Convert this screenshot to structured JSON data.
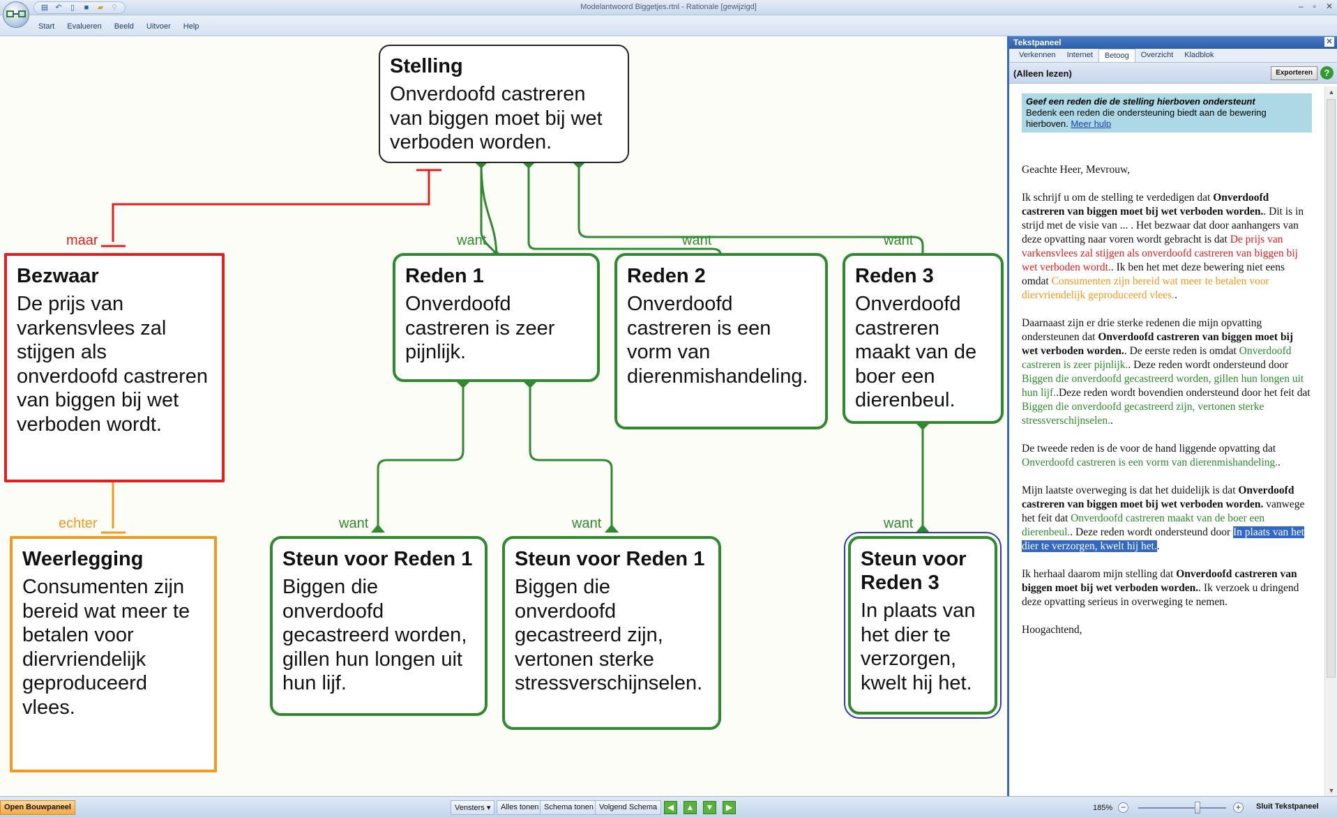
{
  "window": {
    "title": "Modelantwoord Biggetjes.rtnl - Rationale [gewijzigd]"
  },
  "quick_access": {
    "icons": [
      "layout-icon",
      "undo-icon",
      "new-file-icon",
      "save-icon",
      "open-folder-icon",
      "search-icon"
    ]
  },
  "menu": {
    "items": [
      "Start",
      "Evalueren",
      "Beeld",
      "Uitvoer",
      "Help"
    ]
  },
  "map": {
    "stelling": {
      "title": "Stelling",
      "text": "Onverdoofd castreren van biggen moet bij wet verboden worden."
    },
    "bezwaar": {
      "title": "Bezwaar",
      "text": "De prijs van varkensvlees zal stijgen als onverdoofd castreren van biggen bij wet verboden wordt."
    },
    "weerlegging": {
      "title": "Weerlegging",
      "text": "Consumenten zijn bereid wat meer te betalen voor diervriendelijk geproduceerd vlees."
    },
    "reden1": {
      "title": "Reden 1",
      "text": "Onverdoofd castreren is zeer pijnlijk."
    },
    "reden2": {
      "title": "Reden 2",
      "text": "Onverdoofd castreren is een vorm van dierenmishandeling."
    },
    "reden3": {
      "title": "Reden 3",
      "text": "Onverdoofd castreren maakt van de boer een dierenbeul."
    },
    "steun1a": {
      "title": "Steun voor Reden 1",
      "text": "Biggen die onverdoofd gecastreerd worden, gillen hun longen uit hun lijf."
    },
    "steun1b": {
      "title": "Steun voor Reden 1",
      "text": "Biggen die onverdoofd gecastreerd zijn, vertonen sterke stressverschijnselen."
    },
    "steun3": {
      "title": "Steun voor Reden 3",
      "text": "In plaats van het dier te verzorgen, kwelt hij het."
    },
    "labels": {
      "maar": "maar",
      "echter": "echter",
      "want": "want"
    },
    "colors": {
      "support": "#2f8a2f",
      "objection": "#e21e1e",
      "rebuttal": "#f39a1e"
    }
  },
  "panel": {
    "title": "Tekstpaneel",
    "close": "✕",
    "tabs": [
      "Verkennen",
      "Internet",
      "Betoog",
      "Overzicht",
      "Kladblok"
    ],
    "active_tab": "Betoog",
    "readonly": "(Alleen lezen)",
    "export": "Exporteren",
    "help": "?",
    "hint_title": "Geef een reden die de stelling hierboven ondersteunt",
    "hint_text": "Bedenk een reden die ondersteuning biedt aan de bewering hierboven.",
    "hint_link": "Meer hulp",
    "letter": {
      "greeting": "Geachte Heer, Mevrouw,",
      "p1_a": "Ik schrijf u om de stelling te verdedigen dat ",
      "p1_b": "Onverdoofd castreren van biggen moet bij wet verboden worden.",
      "p1_c": ". Dit is in strijd met de visie van ... . Het bezwaar dat door aanhangers van deze opvatting naar voren wordt gebracht is dat ",
      "p1_d": "De prijs van varkensvlees zal stijgen als onverdoofd castreren van biggen bij wet verboden wordt.",
      "p1_e": ". Ik ben het met deze bewering niet eens omdat ",
      "p1_f": "Consumenten zijn bereid wat meer te betalen voor diervriendelijk geproduceerd vlees.",
      "p1_g": ".",
      "p2_a": "Daarnaast zijn er drie sterke redenen die mijn opvatting ondersteunen dat ",
      "p2_b": "Onverdoofd castreren van biggen moet bij wet verboden worden.",
      "p2_c": ". De eerste reden is omdat ",
      "p2_d": "Onverdoofd castreren is zeer pijnlijk.",
      "p2_e": ". Deze reden wordt ondersteund door ",
      "p2_f": "Biggen die onverdoofd gecastreerd worden, gillen hun longen uit hun lijf.",
      "p2_g": ".Deze reden wordt bovendien ondersteund door het feit dat ",
      "p2_h": "Biggen die onverdoofd gecastreerd zijn, vertonen sterke stressverschijnselen.",
      "p2_i": ".",
      "p3_a": "De tweede reden is de voor de hand liggende opvatting dat ",
      "p3_b": "Onverdoofd castreren is een vorm van dierenmishandeling.",
      "p3_c": ".",
      "p4_a": "Mijn laatste overweging is dat het duidelijk is dat ",
      "p4_b": "Onverdoofd castreren van biggen moet bij wet verboden worden.",
      "p4_c": " vanwege het feit dat ",
      "p4_d": "Onverdoofd castreren maakt van de boer een dierenbeul.",
      "p4_e": ". Deze reden wordt ondersteund door ",
      "p4_f": "In plaats van het dier te verzorgen, kwelt hij het.",
      "p4_g": ".",
      "p5_a": "Ik herhaal daarom mijn stelling dat ",
      "p5_b": "Onverdoofd castreren van biggen moet bij wet verboden worden.",
      "p5_c": ". Ik verzoek u dringend deze opvatting serieus in overweging te nemen.",
      "closing": "Hoogachtend,"
    }
  },
  "statusbar": {
    "open_panel": "Open Bouwpaneel",
    "vensters": "Vensters",
    "alles_tonen": "Alles tonen",
    "schema_tonen": "Schema tonen",
    "volgend_schema": "Volgend Schema",
    "zoom": "185%",
    "zoom_level": 0.65,
    "close_panel": "Sluit Tekstpaneel"
  }
}
